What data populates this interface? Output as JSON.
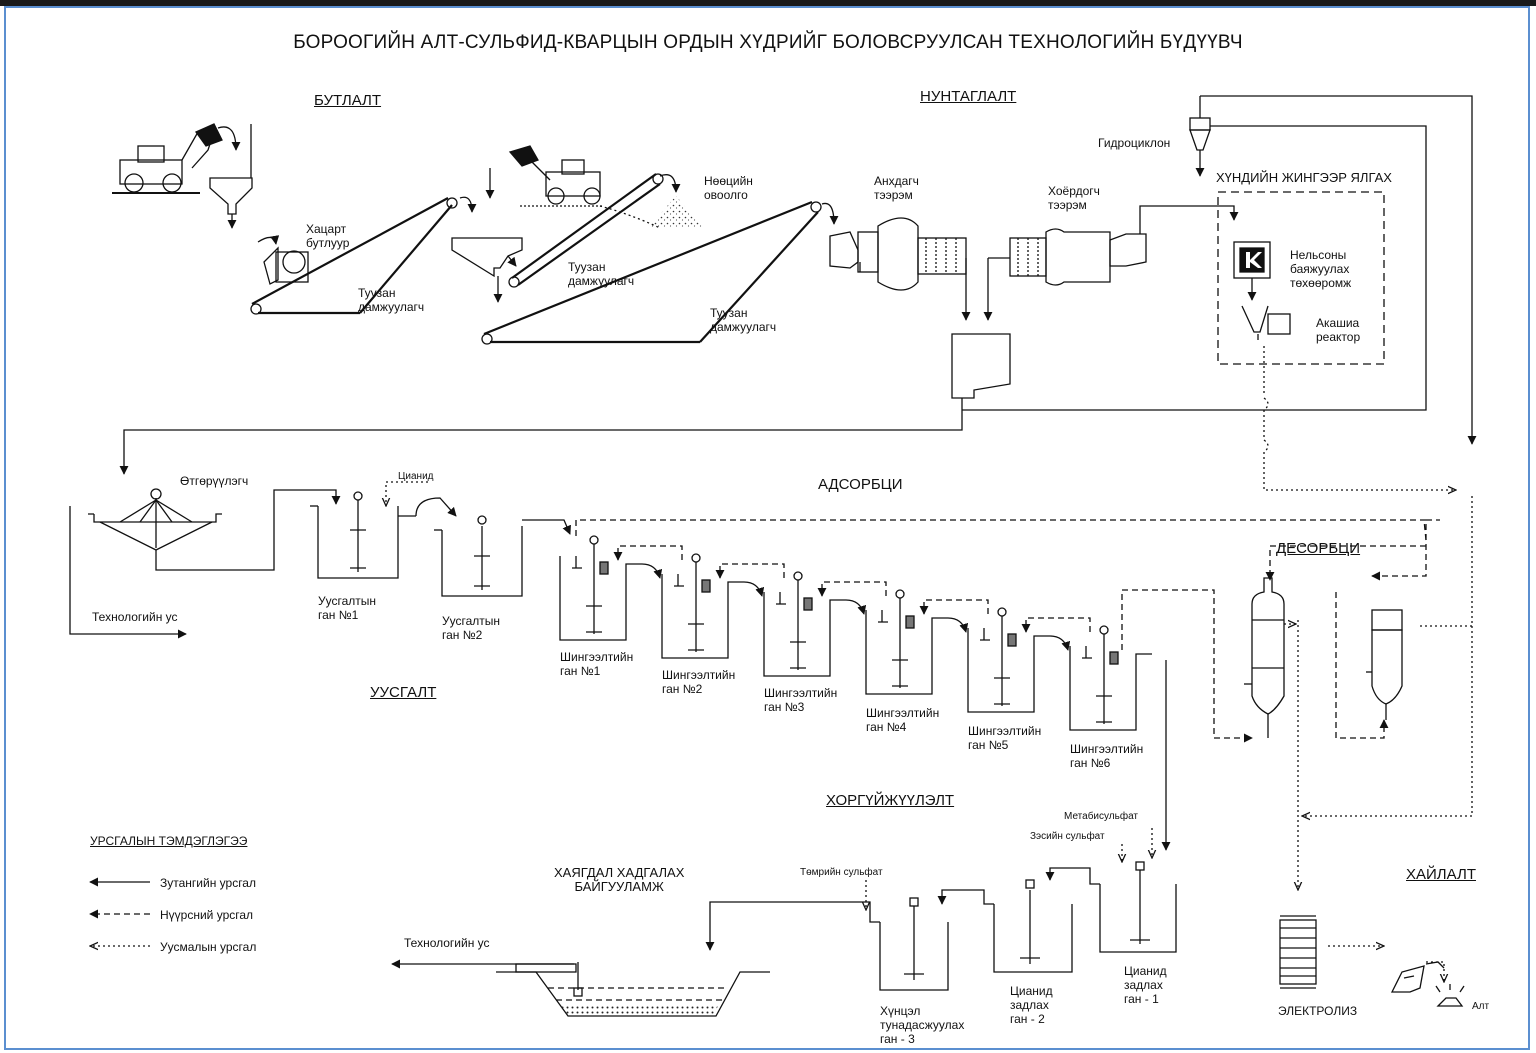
{
  "title": "БОРООГИЙН АЛТ-СУЛЬФИД-КВАРЦЫН ОРДЫН  ХҮДРИЙГ БОЛОВСРУУЛСАН ТЕХНОЛОГИЙН БҮДҮҮВЧ",
  "sections": {
    "butlalt": "БУТЛАЛТ",
    "nuntaglalt": "НУНТАГЛАЛТ",
    "khundiin": "ХҮНДИЙН ЖИНГЭЭР ЯЛГАХ",
    "adsorbtsi": "АДСОРБЦИ",
    "desorbtsi": "ДЕСОРБЦИ",
    "uusgalt": "УУСГАЛТ",
    "khorguijuulelt": "ХОРГҮЙЖҮҮЛЭЛТ",
    "khailalt": "ХАЙЛАЛТ"
  },
  "labels": {
    "khatsart": "Хацарт\nбутлуур",
    "tuuzan1": "Туузан\nдамжуулагч",
    "tuuzan2": "Туузан\nдамжуулагч",
    "tuuzan3": "Туузан\nдамжуулагч",
    "neotsiin": "Нөөцийн\nовоолго",
    "ankhdagch": "Анхдагч\nтээрэм",
    "khoyordogch": "Хоёрдогч\nтээрэм",
    "gidrotsiklon": "Гидроциклон",
    "nelson": "Нельсоны\nбаяжуулах\nтөхөөромж",
    "akashia": "Акашиа\nреактор",
    "otgoruulegch": "Өтгөрүүлэгч",
    "tsianid": "Цианид",
    "tekh_us1": "Технологийн ус",
    "uusgaltyn1": "Уусгалтын\nган №1",
    "uusgaltyn2": "Уусгалтын\nган №2",
    "shing1": "Шингээлтийн\nган №1",
    "shing2": "Шингээлтийн\nган №2",
    "shing3": "Шингээлтийн\nган №3",
    "shing4": "Шингээлтийн\nган №4",
    "shing5": "Шингээлтийн\nган №5",
    "shing6": "Шингээлтийн\nган №6",
    "metabisulfat": "Метабисульфат",
    "zesiin": "Зэсийн сульфат",
    "tomriin": "Төмрийн сульфат",
    "khayagdal": "ХАЯГДАЛ ХАДГАЛАХ\nБАЙГУУЛАМЖ",
    "tekh_us2": "Технологийн ус",
    "khuntsel": "Хүнцэл\nтунадасжуулах\nган - 3",
    "tsianid_z2": "Цианид\nзадлах\nган - 2",
    "tsianid_z1": "Цианид\nзадлах\nган - 1",
    "elektroliz": "ЭЛЕКТРОЛИЗ",
    "alt": "Алт"
  },
  "legend": {
    "title": "УРСГАЛЫН ТЭМДЭГЛЭГЭЭ",
    "solid": "Зутангийн урсгал",
    "dashed": "Нүүрсний урсгал",
    "dotted": "Уусмалын урсгал"
  }
}
